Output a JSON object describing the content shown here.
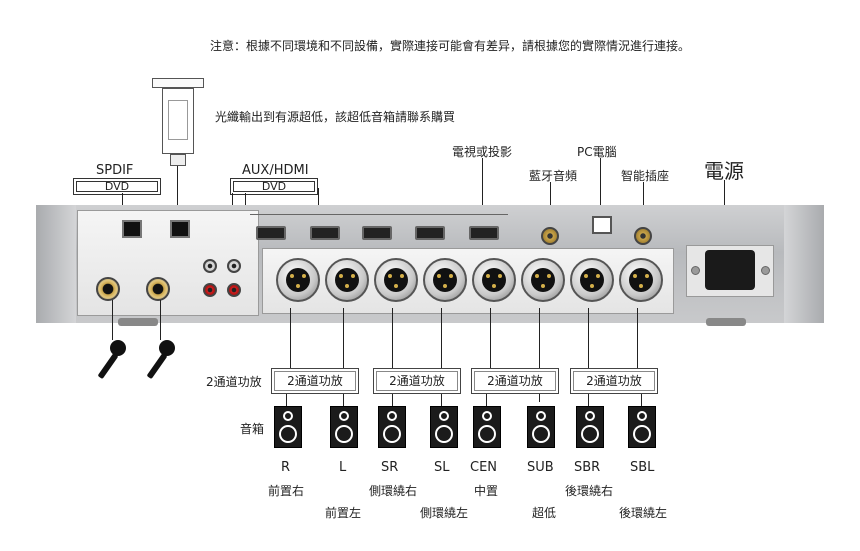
{
  "notice": "注意：根據不同環境和不同設備，實際連接可能會有差异，請根據您的實際情況進行連接。",
  "optical_note": "光纖輸出到有源超低，該超低音箱請聯系購買",
  "inputs": {
    "spdif_label": "SPDIF",
    "spdif_source": "DVD",
    "aux_label": "AUX/HDMI",
    "aux_source": "DVD"
  },
  "sources": {
    "tv_projector": "電視或投影",
    "pc": "PC電腦",
    "bluetooth": "藍牙音頻",
    "smart_socket": "智能插座",
    "power": "電源"
  },
  "amplifier_row_label": "2通道功放",
  "amplifiers": [
    "2通道功放",
    "2通道功放",
    "2通道功放",
    "2通道功放"
  ],
  "speaker_row_label": "音箱",
  "channels": [
    {
      "code": "R",
      "name": "前置右"
    },
    {
      "code": "L",
      "name": "前置左"
    },
    {
      "code": "SR",
      "name": "側環繞右"
    },
    {
      "code": "SL",
      "name": "側環繞左"
    },
    {
      "code": "CEN",
      "name": "中置"
    },
    {
      "code": "SUB",
      "name": "超低"
    },
    {
      "code": "SBR",
      "name": "後環繞右"
    },
    {
      "code": "SBL",
      "name": "後環繞左"
    }
  ],
  "colors": {
    "chassis": "#c4c5c7",
    "panel": "#ececec",
    "line": "#222222",
    "speaker": "#1b1b1b"
  },
  "icons": [
    "optical-cable-icon",
    "microphone-icon",
    "speaker-icon",
    "xlr-output-icon",
    "hdmi-port-icon",
    "power-socket-icon"
  ]
}
